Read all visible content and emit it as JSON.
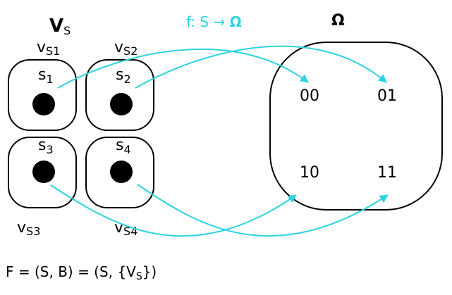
{
  "diagram": {
    "title": {
      "base": "V",
      "sub": "S"
    },
    "mapping_label": {
      "prefix": "f: S → ",
      "target": "Ω"
    },
    "omega_label": "Ω",
    "bottom_formula": {
      "pre": "F = (S, B) = (S, {V",
      "sub": "S",
      "post": "})"
    },
    "cells": [
      {
        "state": {
          "base": "s",
          "sub": "1"
        },
        "region": {
          "base": "v",
          "sub": "S1"
        }
      },
      {
        "state": {
          "base": "s",
          "sub": "2"
        },
        "region": {
          "base": "v",
          "sub": "S2"
        }
      },
      {
        "state": {
          "base": "s",
          "sub": "3"
        },
        "region": {
          "base": "v",
          "sub": "S3"
        }
      },
      {
        "state": {
          "base": "s",
          "sub": "4"
        },
        "region": {
          "base": "v",
          "sub": "S4"
        }
      }
    ],
    "outcomes": [
      "00",
      "01",
      "10",
      "11"
    ],
    "mapping": [
      {
        "from": "s1",
        "to": "00"
      },
      {
        "from": "s2",
        "to": "01"
      },
      {
        "from": "s3",
        "to": "10"
      },
      {
        "from": "s4",
        "to": "11"
      }
    ],
    "colors": {
      "arrow": "#2dd4e0",
      "stroke": "#000000",
      "point": "#000000"
    }
  }
}
